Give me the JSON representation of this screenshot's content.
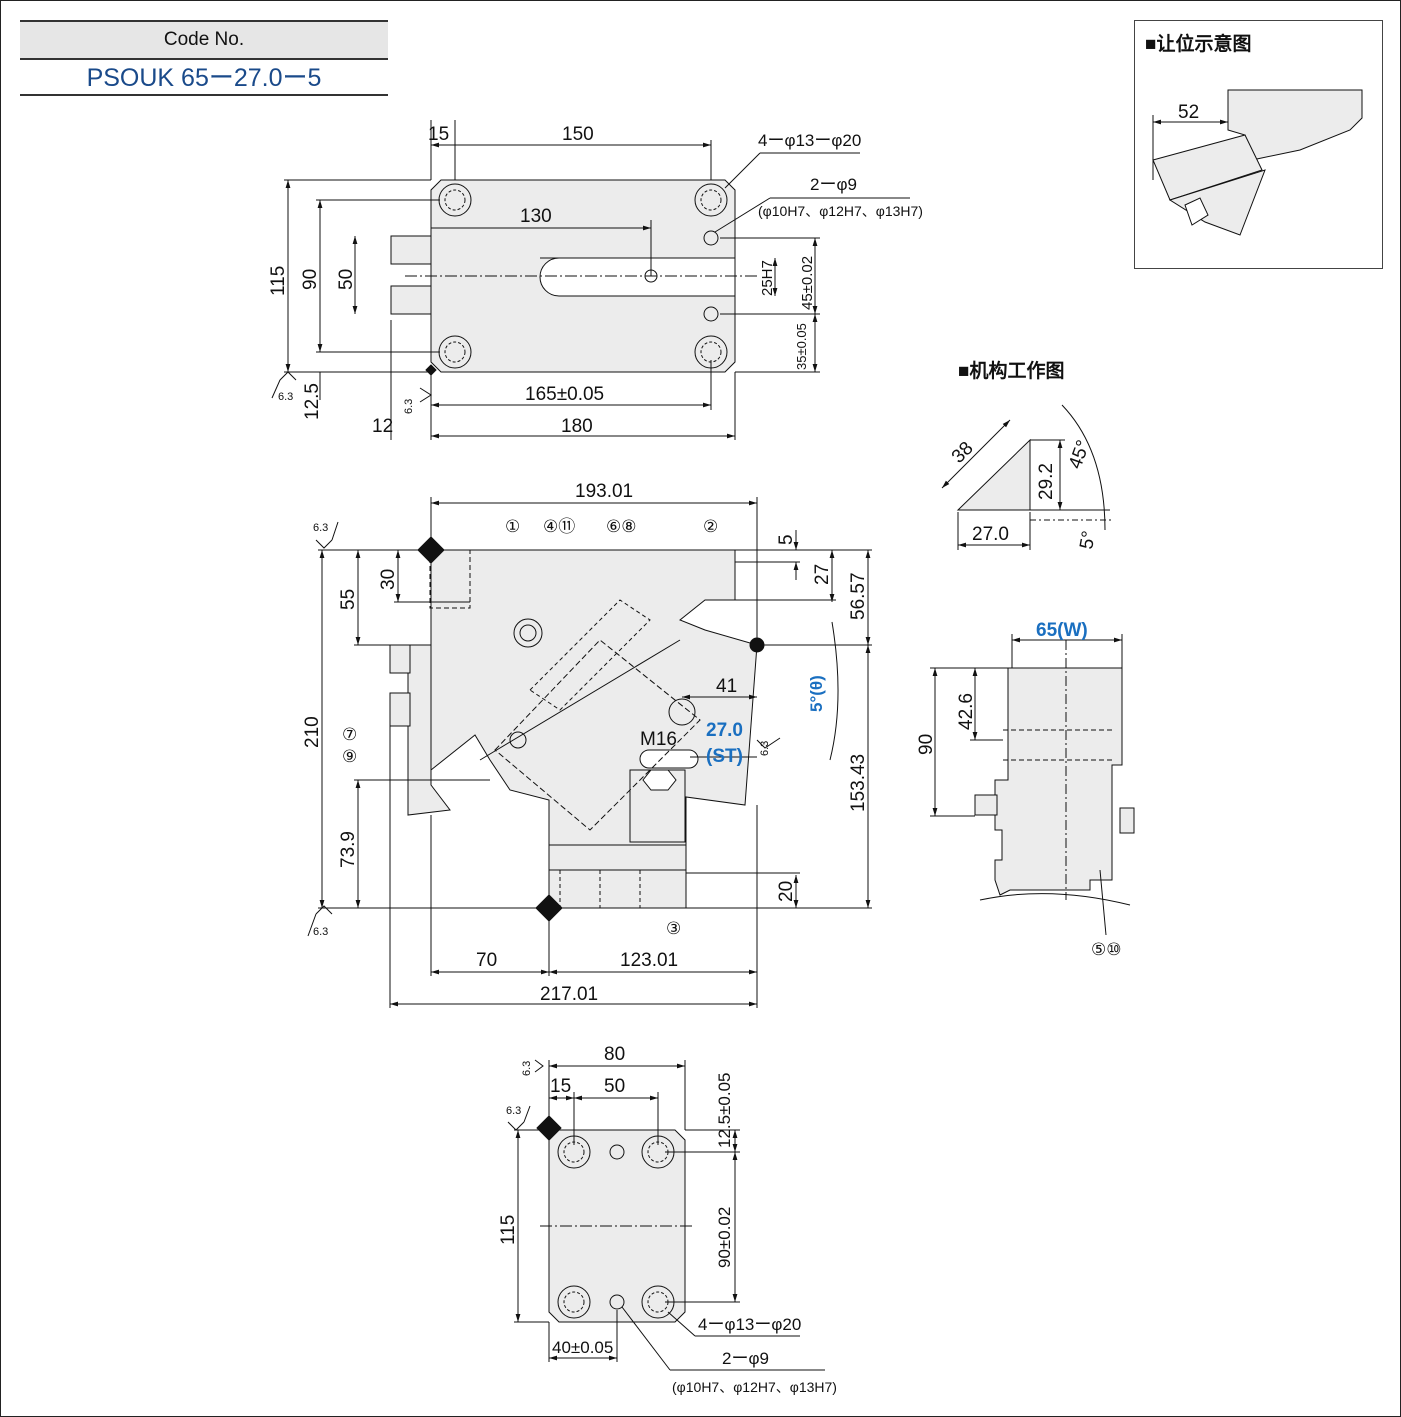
{
  "header": {
    "code_label": "Code No.",
    "code_value": "PSOUK 65ー27.0ー5"
  },
  "inset": {
    "title": "■让位示意图",
    "dim": "52"
  },
  "mechanism": {
    "title": "■机构工作图",
    "dim_38": "38",
    "dim_27": "27.0",
    "dim_29": "29.2",
    "angle_45": "45°",
    "angle_5": "5°"
  },
  "top_view": {
    "d15": "15",
    "d150": "150",
    "d130": "130",
    "d115": "115",
    "d90": "90",
    "d50": "50",
    "d12_5": "12.5",
    "d12": "12",
    "d165": "165±0.05",
    "d180": "180",
    "d25h7": "25H7",
    "d45": "45±0.02",
    "d35": "35±0.05",
    "holes": "4ーφ13ーφ20",
    "pins": "2ーφ9",
    "pins_tol": "(φ10H7、φ12H7、φ13H7)",
    "rough": "6.3"
  },
  "front_view": {
    "d193": "193.01",
    "d210": "210",
    "d55": "55",
    "d30": "30",
    "d5": "5",
    "d27": "27",
    "d56": "56.57",
    "d153": "153.43",
    "d73": "73.9",
    "d20": "20",
    "d70": "70",
    "d123": "123.01",
    "d217": "217.01",
    "d41": "41",
    "m16": "M16",
    "st": "27.0",
    "st_label": "(ST)",
    "theta": "5°(θ)",
    "rough": "6.3",
    "parts": [
      "①",
      "④⑪",
      "⑥⑧",
      "②",
      "⑦",
      "⑨",
      "③"
    ]
  },
  "side_view": {
    "w": "65(W)",
    "d42": "42.6",
    "d90": "90",
    "parts": "⑤⑩"
  },
  "bottom_view": {
    "d80": "80",
    "d15": "15",
    "d50": "50",
    "d12_5": "12.5±0.05",
    "d115": "115",
    "d90": "90±0.02",
    "d40": "40±0.05",
    "holes": "4ーφ13ーφ20",
    "pins": "2ーφ9",
    "pins_tol": "(φ10H7、φ12H7、φ13H7)",
    "rough": "6.3"
  }
}
